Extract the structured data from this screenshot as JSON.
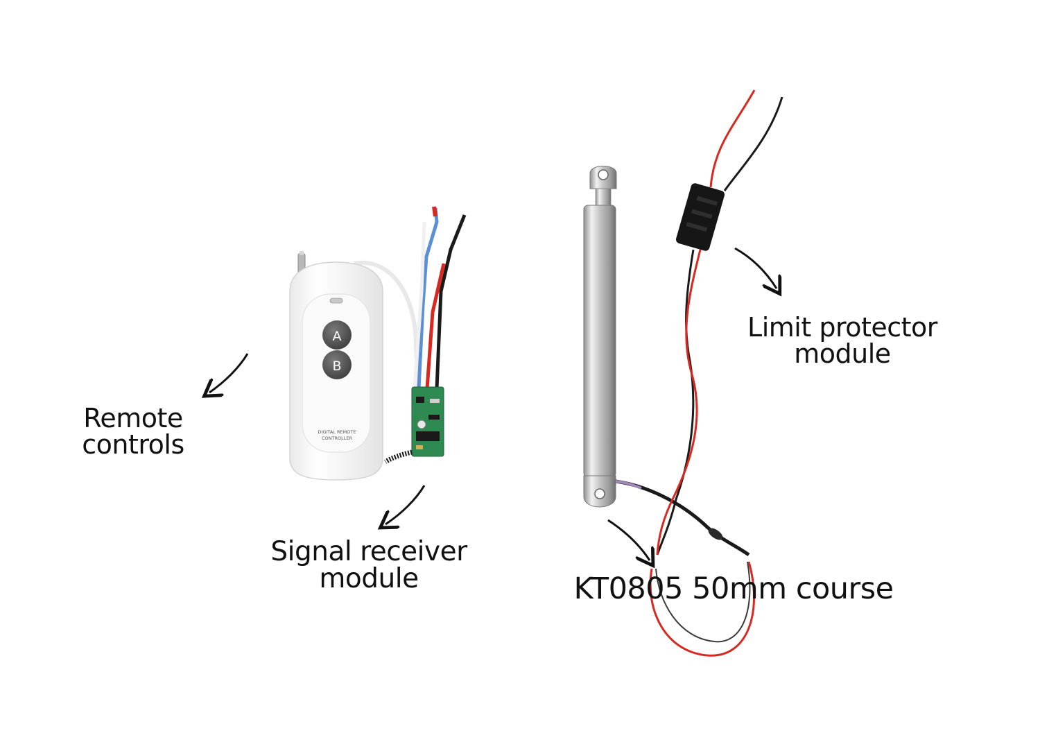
{
  "labels": {
    "remote": [
      "Remote",
      "controls"
    ],
    "receiver": [
      "Signal receiver",
      "module"
    ],
    "limit": [
      "Limit protector",
      "module"
    ],
    "actuator": "KT0805 50mm course"
  },
  "remote": {
    "button_a": "A",
    "button_b": "B",
    "brand_lines": [
      "DIGITAL REMOTE",
      "CONTROLLER"
    ]
  },
  "colors": {
    "background": "#ffffff",
    "text": "#111111",
    "wire_red": "#d8281f",
    "wire_black": "#1a1a1a",
    "wire_blue": "#5b8fd6",
    "pcb_green": "#2f8a52",
    "steel": "#c9c9c9",
    "remote_body": "#f4f4f4",
    "remote_button": "#5a5a5a"
  }
}
